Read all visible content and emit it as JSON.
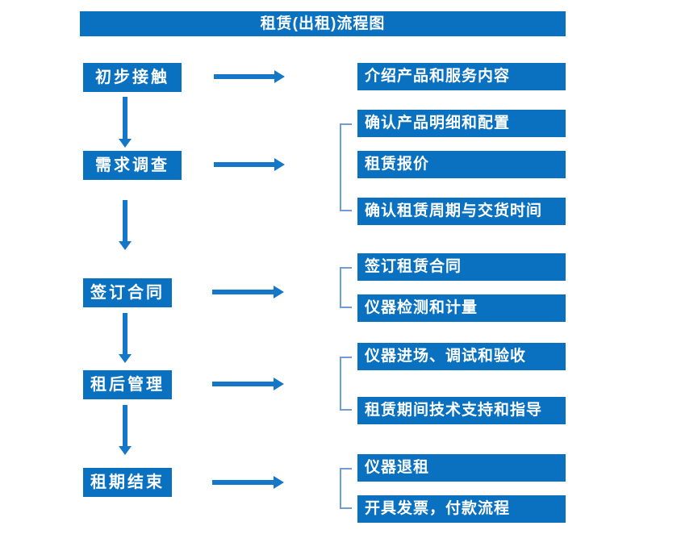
{
  "title": "租赁(出租)流程图",
  "colors": {
    "box_blue": "#0a70c0",
    "arrow_blue": "#1577c8",
    "bracket_blue": "#6f9ed6",
    "text_white": "#ffffff",
    "background": "#ffffff"
  },
  "steps": [
    {
      "label": "初步接触",
      "outputs": [
        "介绍产品和服务内容"
      ]
    },
    {
      "label": "需求调查",
      "outputs": [
        "确认产品明细和配置",
        "租赁报价",
        "确认租赁周期与交货时间"
      ]
    },
    {
      "label": "签订合同",
      "outputs": [
        "签订租赁合同",
        "仪器检测和计量"
      ]
    },
    {
      "label": "租后管理",
      "outputs": [
        "仪器进场、调试和验收",
        "租赁期间技术支持和指导"
      ]
    },
    {
      "label": "租期结束",
      "outputs": [
        "仪器退租",
        "开具发票，付款流程"
      ]
    }
  ]
}
